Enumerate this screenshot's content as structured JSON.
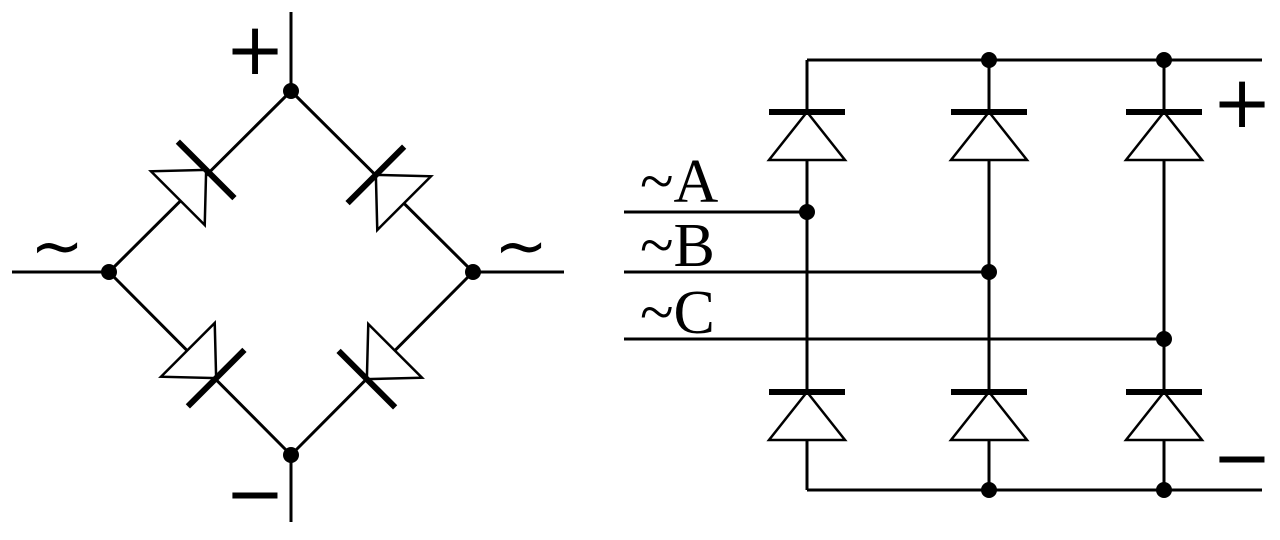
{
  "single_phase_bridge": {
    "positive_label": "+",
    "negative_label": "−",
    "ac_left_label": "~",
    "ac_right_label": "~"
  },
  "three_phase_bridge": {
    "phases": [
      {
        "label": "~A"
      },
      {
        "label": "~B"
      },
      {
        "label": "~C"
      }
    ],
    "positive_label": "+",
    "negative_label": "−"
  },
  "colors": {
    "line": "#000000",
    "background": "#ffffff"
  }
}
